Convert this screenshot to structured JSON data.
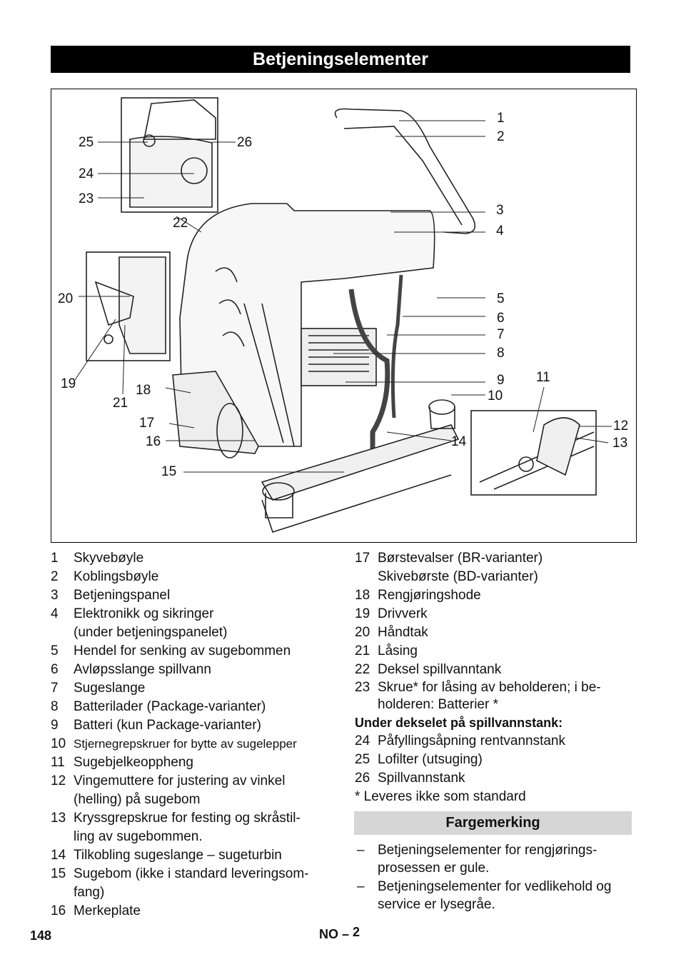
{
  "title": "Betjeningselementer",
  "callouts": [
    "1",
    "2",
    "3",
    "4",
    "5",
    "6",
    "7",
    "8",
    "9",
    "10",
    "11",
    "12",
    "13",
    "14",
    "15",
    "16",
    "17",
    "18",
    "19",
    "20",
    "21",
    "22",
    "23",
    "24",
    "25",
    "26"
  ],
  "left_list": [
    {
      "num": "1",
      "lines": [
        "Skyvebøyle"
      ]
    },
    {
      "num": "2",
      "lines": [
        "Koblingsbøyle"
      ]
    },
    {
      "num": "3",
      "lines": [
        "Betjeningspanel"
      ]
    },
    {
      "num": "4",
      "lines": [
        "Elektronikk og sikringer",
        "(under betjeningspanelet)"
      ]
    },
    {
      "num": "5",
      "lines": [
        "Hendel for senking av sugebommen"
      ]
    },
    {
      "num": "6",
      "lines": [
        "Avløpsslange spillvann"
      ]
    },
    {
      "num": "7",
      "lines": [
        "Sugeslange"
      ]
    },
    {
      "num": "8",
      "lines": [
        "Batterilader (Package-varianter)"
      ]
    },
    {
      "num": "9",
      "lines": [
        "Batteri (kun Package-varianter)"
      ]
    },
    {
      "num": "10",
      "lines": [
        "Stjernegrepskruer for bytte av sugelepper"
      ]
    },
    {
      "num": "11",
      "lines": [
        "Sugebjelkeoppheng"
      ]
    },
    {
      "num": "12",
      "lines": [
        "Vingemuttere for justering av vinkel",
        "(helling) på sugebom"
      ]
    },
    {
      "num": "13",
      "lines": [
        "Kryssgrepskrue for festing og skråstil-",
        "ling av sugebommen."
      ]
    },
    {
      "num": "14",
      "lines": [
        "Tilkobling sugeslange – sugeturbin"
      ]
    },
    {
      "num": "15",
      "lines": [
        "Sugebom (ikke i standard leveringsom-",
        "fang)"
      ]
    },
    {
      "num": "16",
      "lines": [
        "Merkeplate"
      ]
    }
  ],
  "right_list": [
    {
      "num": "17",
      "lines": [
        "Børstevalser (BR-varianter)",
        "Skivebørste (BD-varianter)"
      ]
    },
    {
      "num": "18",
      "lines": [
        "Rengjøringshode"
      ]
    },
    {
      "num": "19",
      "lines": [
        "Drivverk"
      ]
    },
    {
      "num": "20",
      "lines": [
        "Håndtak"
      ]
    },
    {
      "num": "21",
      "lines": [
        "Låsing"
      ]
    },
    {
      "num": "22",
      "lines": [
        "Deksel spillvanntank"
      ]
    },
    {
      "num": "23",
      "lines": [
        "Skrue* for låsing av beholderen; i be-",
        "holderen: Batterier *"
      ]
    }
  ],
  "under_cover_heading": "Under dekselet på spillvannstank:",
  "right_list_2": [
    {
      "num": "24",
      "lines": [
        "Påfyllingsåpning rentvannstank"
      ]
    },
    {
      "num": "25",
      "lines": [
        "Lofilter (utsuging)"
      ]
    },
    {
      "num": "26",
      "lines": [
        "Spillvannstank"
      ]
    }
  ],
  "footnote": "* Leveres ikke som standard",
  "color_heading": "Fargemerking",
  "color_bullets": [
    {
      "dash": "–",
      "lines": [
        "Betjeningselementer for rengjørings-",
        "prosessen er gule."
      ]
    },
    {
      "dash": "–",
      "lines": [
        "Betjeningselementer for vedlikehold og",
        "service er lysegråe."
      ]
    }
  ],
  "footer": {
    "page": "148",
    "lang": "NO",
    "sep": "–",
    "sub": "2"
  }
}
